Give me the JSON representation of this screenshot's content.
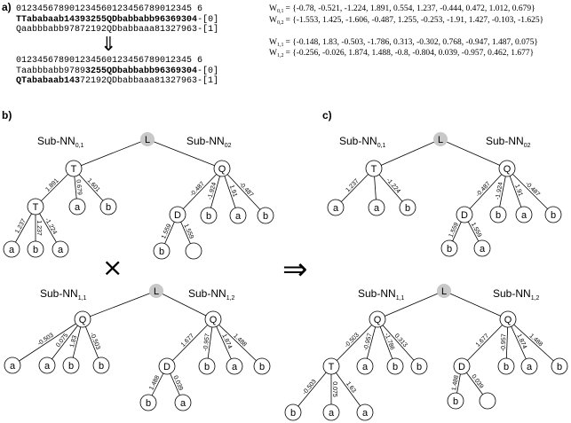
{
  "panel_labels": {
    "a": "a)",
    "b": "b)",
    "c": "c)"
  },
  "panel_a": {
    "index_row": "012345678901234560123456789012345 6",
    "before": [
      {
        "bold_prefix": "TTababaab14393255",
        "bold_mid": "QDbabbabb96369304",
        "rest": "-[0]",
        "plain": ""
      },
      {
        "plain": "Qaabbbabb97872192",
        "plain2": "QDbabbaaa81327963",
        "rest": "-[1]"
      }
    ],
    "arrow": "⇓",
    "index_row2": "012345678901234560123456789012345 6",
    "after": [
      {
        "plain": "Taabbbabb9789",
        "bold": "3255QDbabbabb96369304",
        "rest": "-[0]"
      },
      {
        "bold": "QTababaab143",
        "plain": "72192QDbabbaaa81327963",
        "rest": "-[1]"
      }
    ]
  },
  "weights": [
    {
      "name": "W",
      "sub": "0,1",
      "eq": "= {-0.78, -0.521, -1.224, 1.891, 0.554, 1.237, -0.444, 0.472, 1.012, 0.679}"
    },
    {
      "name": "W",
      "sub": "0,2",
      "eq": "= {-1.553, 1.425, -1.606, -0.487, 1.255, -0.253, -1.91, 1.427, -0.103, -1.625}"
    },
    {
      "name": "W",
      "sub": "1,1",
      "eq": "= {-0.148, 1.83, -0.503, -1.786, 0.313, -0.302, 0.768, -0.947, 1.487, 0.075}"
    },
    {
      "name": "W",
      "sub": "1,2",
      "eq": "= {-0.256, -0.026, 1.874, 1.488, -0.8, -0.804, 0.039, -0.957, 0.462, 1.677}"
    }
  ],
  "subnet_titles": {
    "prefix": "Sub-NN",
    "s01": "0,1",
    "s02": "02",
    "s11": "1,1",
    "s12": "1,2"
  },
  "root_label": "L",
  "cross_symbol": "×",
  "implies_symbol": "⇒",
  "trees": {
    "b_top": {
      "nodes": {
        "L": "L",
        "T1": "T",
        "T2": "T",
        "Q": "Q",
        "D": "D",
        "a1": "a",
        "b1": "b",
        "b2": "b",
        "a2": "a",
        "b3": "b",
        "a3": "a",
        "b4": "b",
        "b5": "b",
        "a4": "a"
      },
      "weights": [
        "1.891",
        "0.679",
        "1.601",
        "1.237",
        "1.237",
        "-1.224",
        "-0.487",
        "-1.924",
        "1.91",
        "-0.487",
        "1.559",
        "1.559"
      ]
    },
    "c_top": {
      "nodes": {
        "L": "L",
        "T": "T",
        "Q": "Q",
        "D": "D",
        "a1": "a",
        "a2": "a",
        "b1": "b",
        "b2": "b",
        "a3": "a",
        "b3": "b",
        "b4": "b",
        "a4": "a"
      },
      "weights": [
        "1.237",
        "-1.224",
        "-0.487",
        "-1.924",
        "1.91",
        "-0.487",
        "1.559",
        "1.559"
      ]
    },
    "b_bottom": {
      "nodes": {
        "L": "L",
        "Q1": "Q",
        "Q2": "Q",
        "D": "D",
        "a1": "a",
        "a2": "a",
        "b1": "b",
        "b2": "b",
        "b3": "b",
        "a3": "a",
        "b4": "b",
        "b5": "b",
        "a4": "a"
      },
      "weights": [
        "-0.503",
        "0.075",
        "1.83",
        "-0.503",
        "1.677",
        "-0.957",
        "1.874",
        "1.488",
        "1.488",
        "0.039"
      ]
    },
    "c_bottom": {
      "nodes": {
        "L": "L",
        "Q1": "Q",
        "Q2": "Q",
        "T": "T",
        "D": "D",
        "a1": "a",
        "b1": "b",
        "b2": "b",
        "b3": "b",
        "b4": "b",
        "a3": "a",
        "a4": "a",
        "b5": "b",
        "b6": "b",
        "a5": "a"
      },
      "weights": [
        "-0.503",
        "-0.957",
        "-1.786",
        "0.313",
        "1.677",
        "-0.957",
        "1.874",
        "1.488",
        "-0.503",
        "0.075",
        "1.63",
        "1.488",
        "0.039"
      ]
    }
  }
}
